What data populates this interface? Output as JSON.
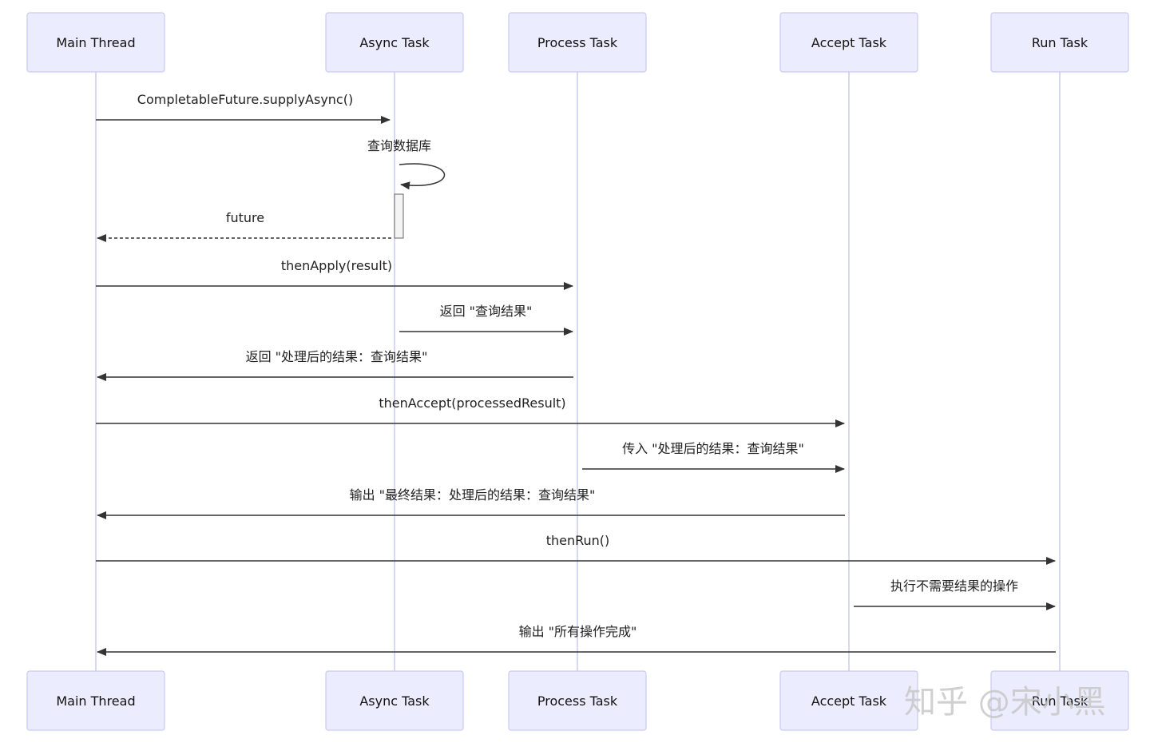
{
  "participants": [
    {
      "id": "main",
      "label": "Main Thread"
    },
    {
      "id": "async",
      "label": "Async Task"
    },
    {
      "id": "process",
      "label": "Process Task"
    },
    {
      "id": "accept",
      "label": "Accept Task"
    },
    {
      "id": "run",
      "label": "Run Task"
    }
  ],
  "messages": [
    {
      "from": "main",
      "to": "async",
      "label": "CompletableFuture.supplyAsync()",
      "style": "solid"
    },
    {
      "from": "async",
      "to": "async",
      "label": "查询数据库",
      "style": "solid"
    },
    {
      "from": "async",
      "to": "main",
      "label": "future",
      "style": "dashed"
    },
    {
      "from": "main",
      "to": "process",
      "label": "thenApply(result)",
      "style": "solid"
    },
    {
      "from": "async",
      "to": "process",
      "label": "返回 \"查询结果\"",
      "style": "solid"
    },
    {
      "from": "process",
      "to": "main",
      "label": "返回 \"处理后的结果：查询结果\"",
      "style": "solid"
    },
    {
      "from": "main",
      "to": "accept",
      "label": "thenAccept(processedResult)",
      "style": "solid"
    },
    {
      "from": "process",
      "to": "accept",
      "label": "传入 \"处理后的结果：查询结果\"",
      "style": "solid"
    },
    {
      "from": "accept",
      "to": "main",
      "label": "输出 \"最终结果：处理后的结果：查询结果\"",
      "style": "solid"
    },
    {
      "from": "main",
      "to": "run",
      "label": "thenRun()",
      "style": "solid"
    },
    {
      "from": "accept",
      "to": "run",
      "label": "执行不需要结果的操作",
      "style": "solid"
    },
    {
      "from": "run",
      "to": "main",
      "label": "输出 \"所有操作完成\"",
      "style": "solid"
    }
  ],
  "watermark": "知乎 @宋小黑",
  "colors": {
    "actor_fill": "#ececff",
    "actor_border": "#c9c9f0",
    "lifeline": "#cfcfee",
    "arrow": "#333333",
    "watermark": "#c8c8c8"
  }
}
